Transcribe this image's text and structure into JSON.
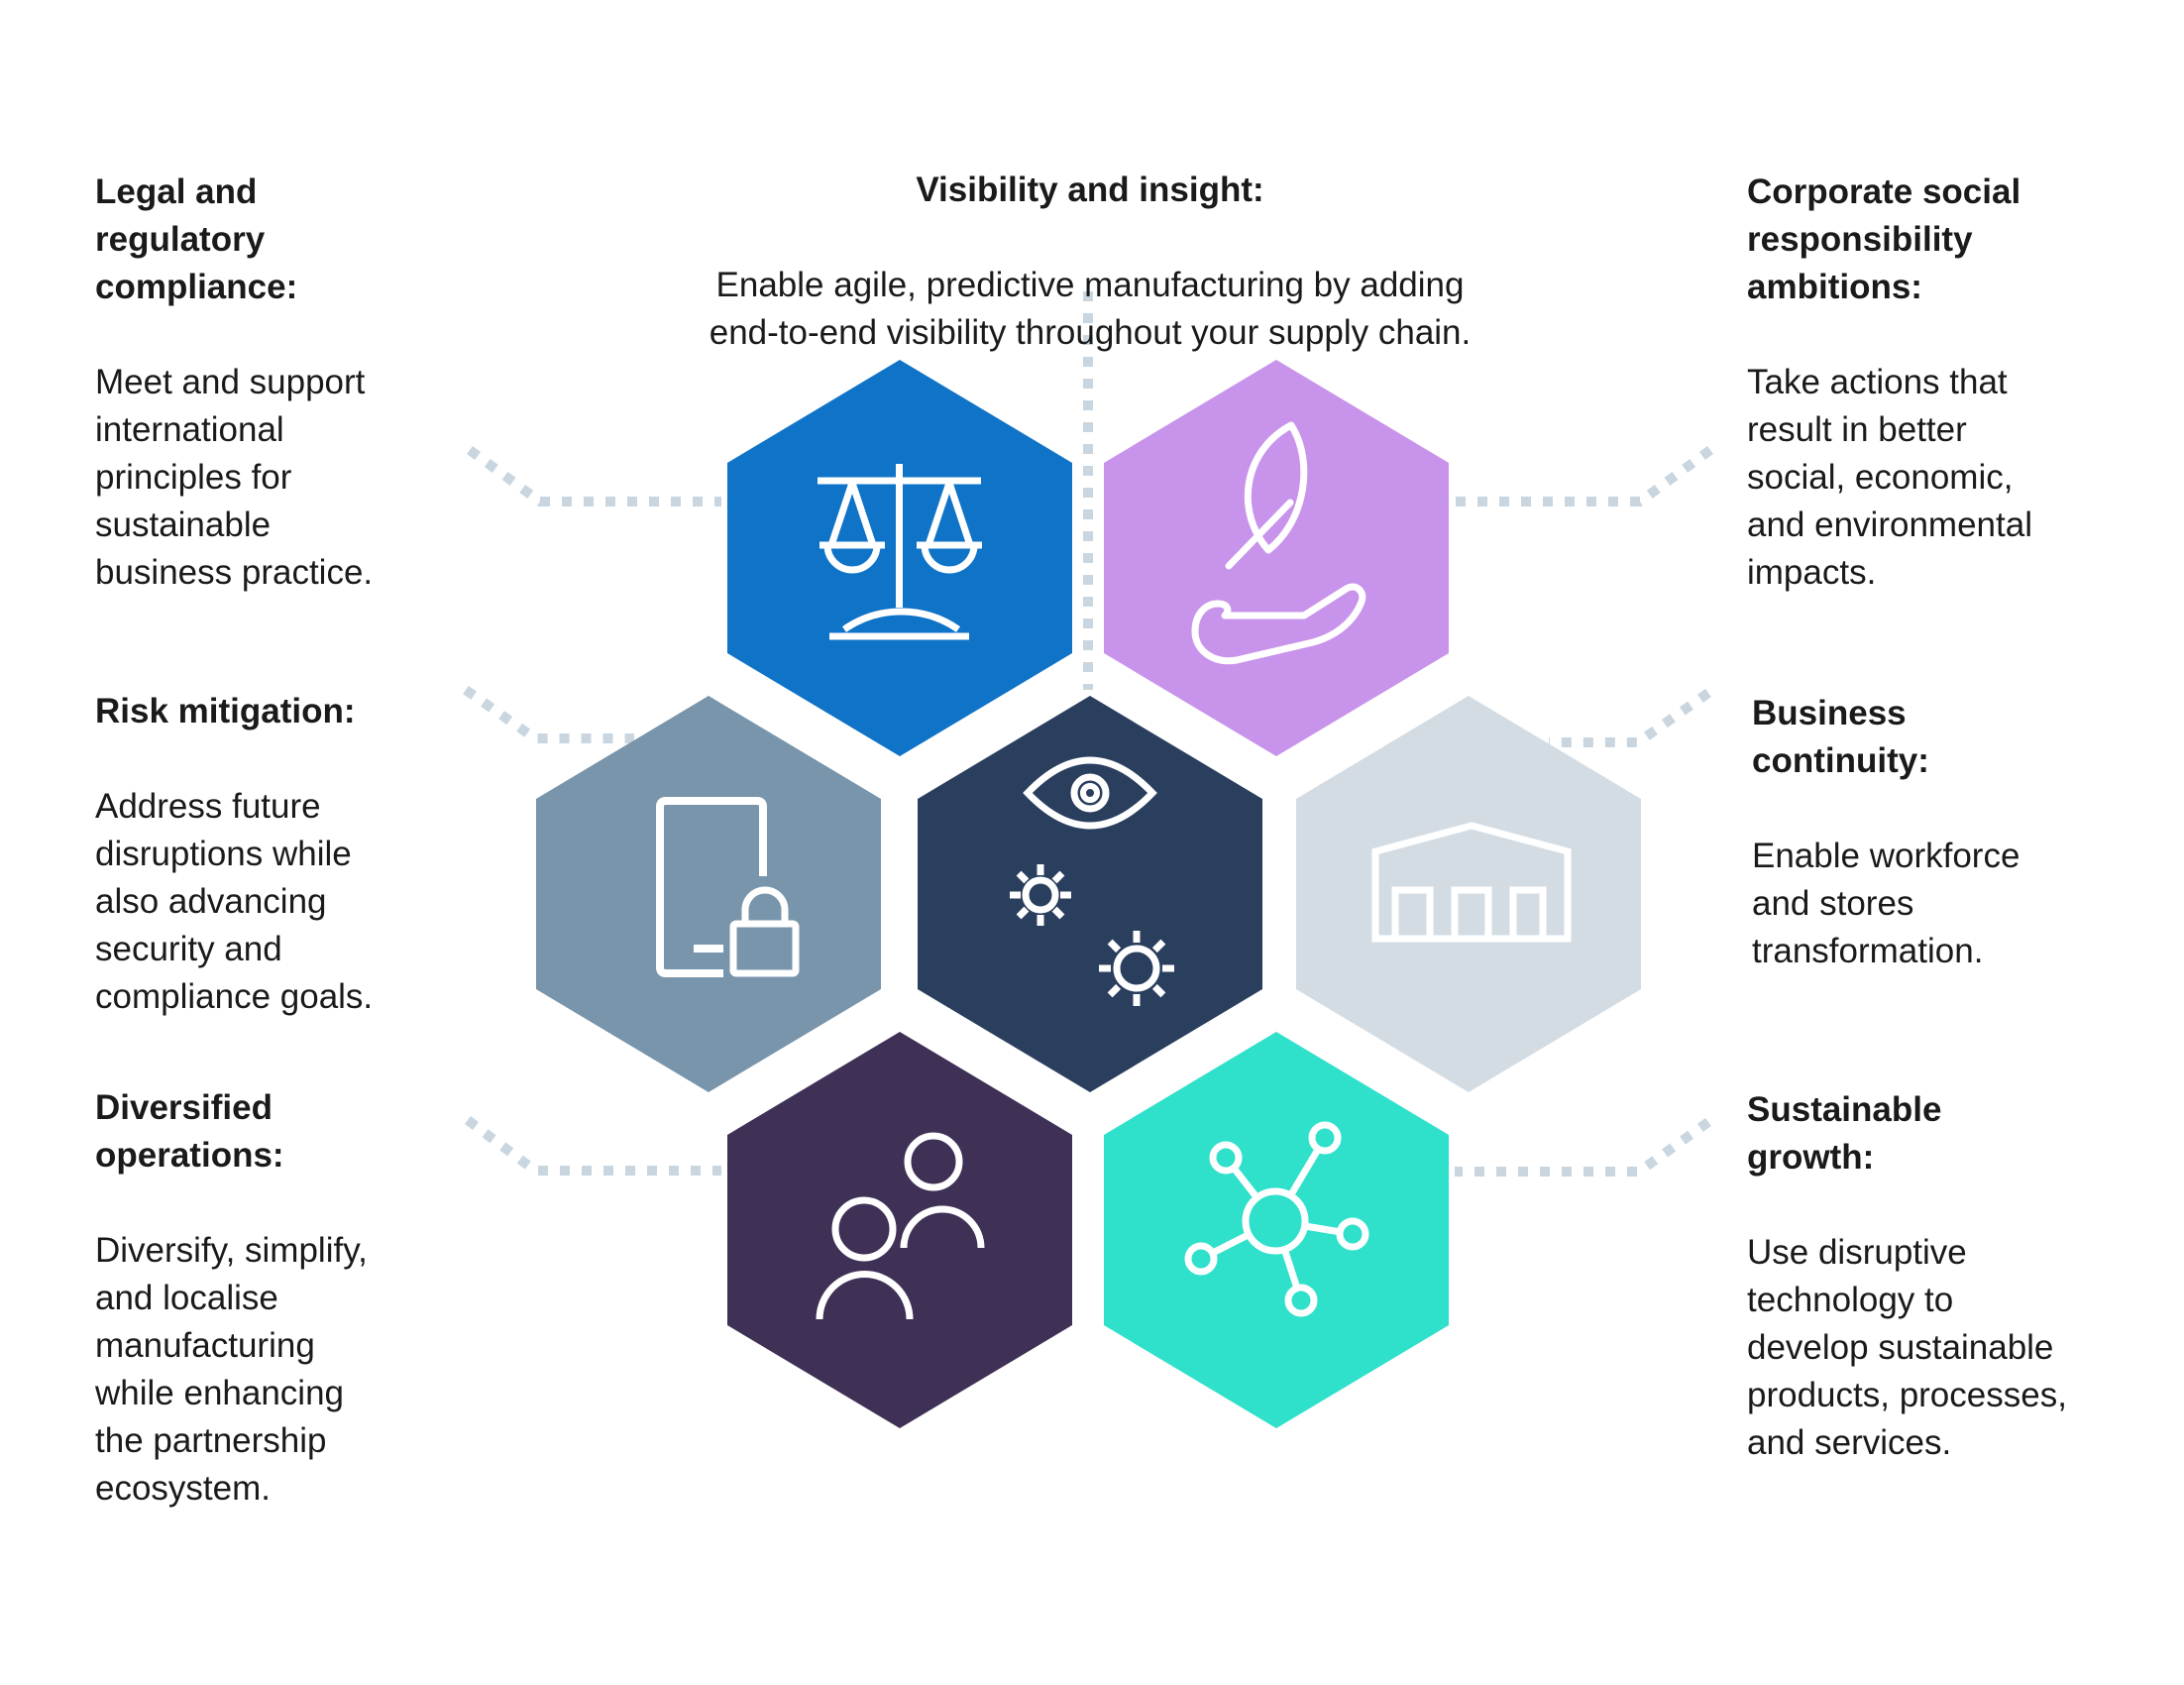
{
  "figure": {
    "layout": "honeycomb-infographic",
    "hex_count": 7
  },
  "colors": {
    "background": "#FFFFFF",
    "text": "#1A1A1A",
    "icon_stroke": "#FFFFFF",
    "connector": "#C9D6DF"
  },
  "callouts": {
    "legal": {
      "title": "Legal and\nregulatory\ncompliance:",
      "body": "Meet and support\ninternational\nprinciples for\nsustainable\nbusiness practice."
    },
    "visibility": {
      "title": "Visibility and insight:",
      "body": "Enable agile, predictive manufacturing by adding\nend-to-end visibility throughout your supply chain."
    },
    "csr": {
      "title": "Corporate social\nresponsibility\nambitions:",
      "body": "Take actions that\nresult in better\nsocial, economic,\nand environmental\nimpacts."
    },
    "risk": {
      "title": "Risk mitigation:",
      "body": "Address future\ndisruptions while\nalso advancing\nsecurity and\ncompliance goals."
    },
    "business": {
      "title": "Business\ncontinuity:",
      "body": "Enable workforce\nand stores\ntransformation."
    },
    "diversified": {
      "title": "Diversified\noperations:",
      "body": "Diversify, simplify,\nand localise\nmanufacturing\nwhile enhancing\nthe partnership\necosystem."
    },
    "sustainable": {
      "title": "Sustainable\ngrowth:",
      "body": "Use disruptive\ntechnology to\ndevelop sustainable\nproducts, processes,\nand services."
    }
  },
  "hexagons": [
    {
      "id": "legal-compliance",
      "color": "#0F73C8",
      "icon": "scales-of-justice-icon",
      "linked_callout": "legal"
    },
    {
      "id": "corporate-social-responsibility",
      "color": "#C893EB",
      "icon": "hand-holding-leaf-icon",
      "linked_callout": "csr"
    },
    {
      "id": "risk-mitigation",
      "color": "#7995AB",
      "icon": "tablet-lock-icon",
      "linked_callout": "risk"
    },
    {
      "id": "visibility-insight",
      "color": "#2A3E5E",
      "icon": "eye-and-gears-icon",
      "linked_callout": "visibility"
    },
    {
      "id": "business-continuity",
      "color": "#D4DCE3",
      "icon": "warehouse-icon",
      "linked_callout": "business"
    },
    {
      "id": "diversified-operations",
      "color": "#3F3156",
      "icon": "two-people-icon",
      "linked_callout": "diversified"
    },
    {
      "id": "sustainable-growth",
      "color": "#2FE0CB",
      "icon": "network-hub-icon",
      "linked_callout": "sustainable"
    }
  ],
  "connectors": {
    "style": "square-dotted",
    "color": "#C9D6DF"
  }
}
